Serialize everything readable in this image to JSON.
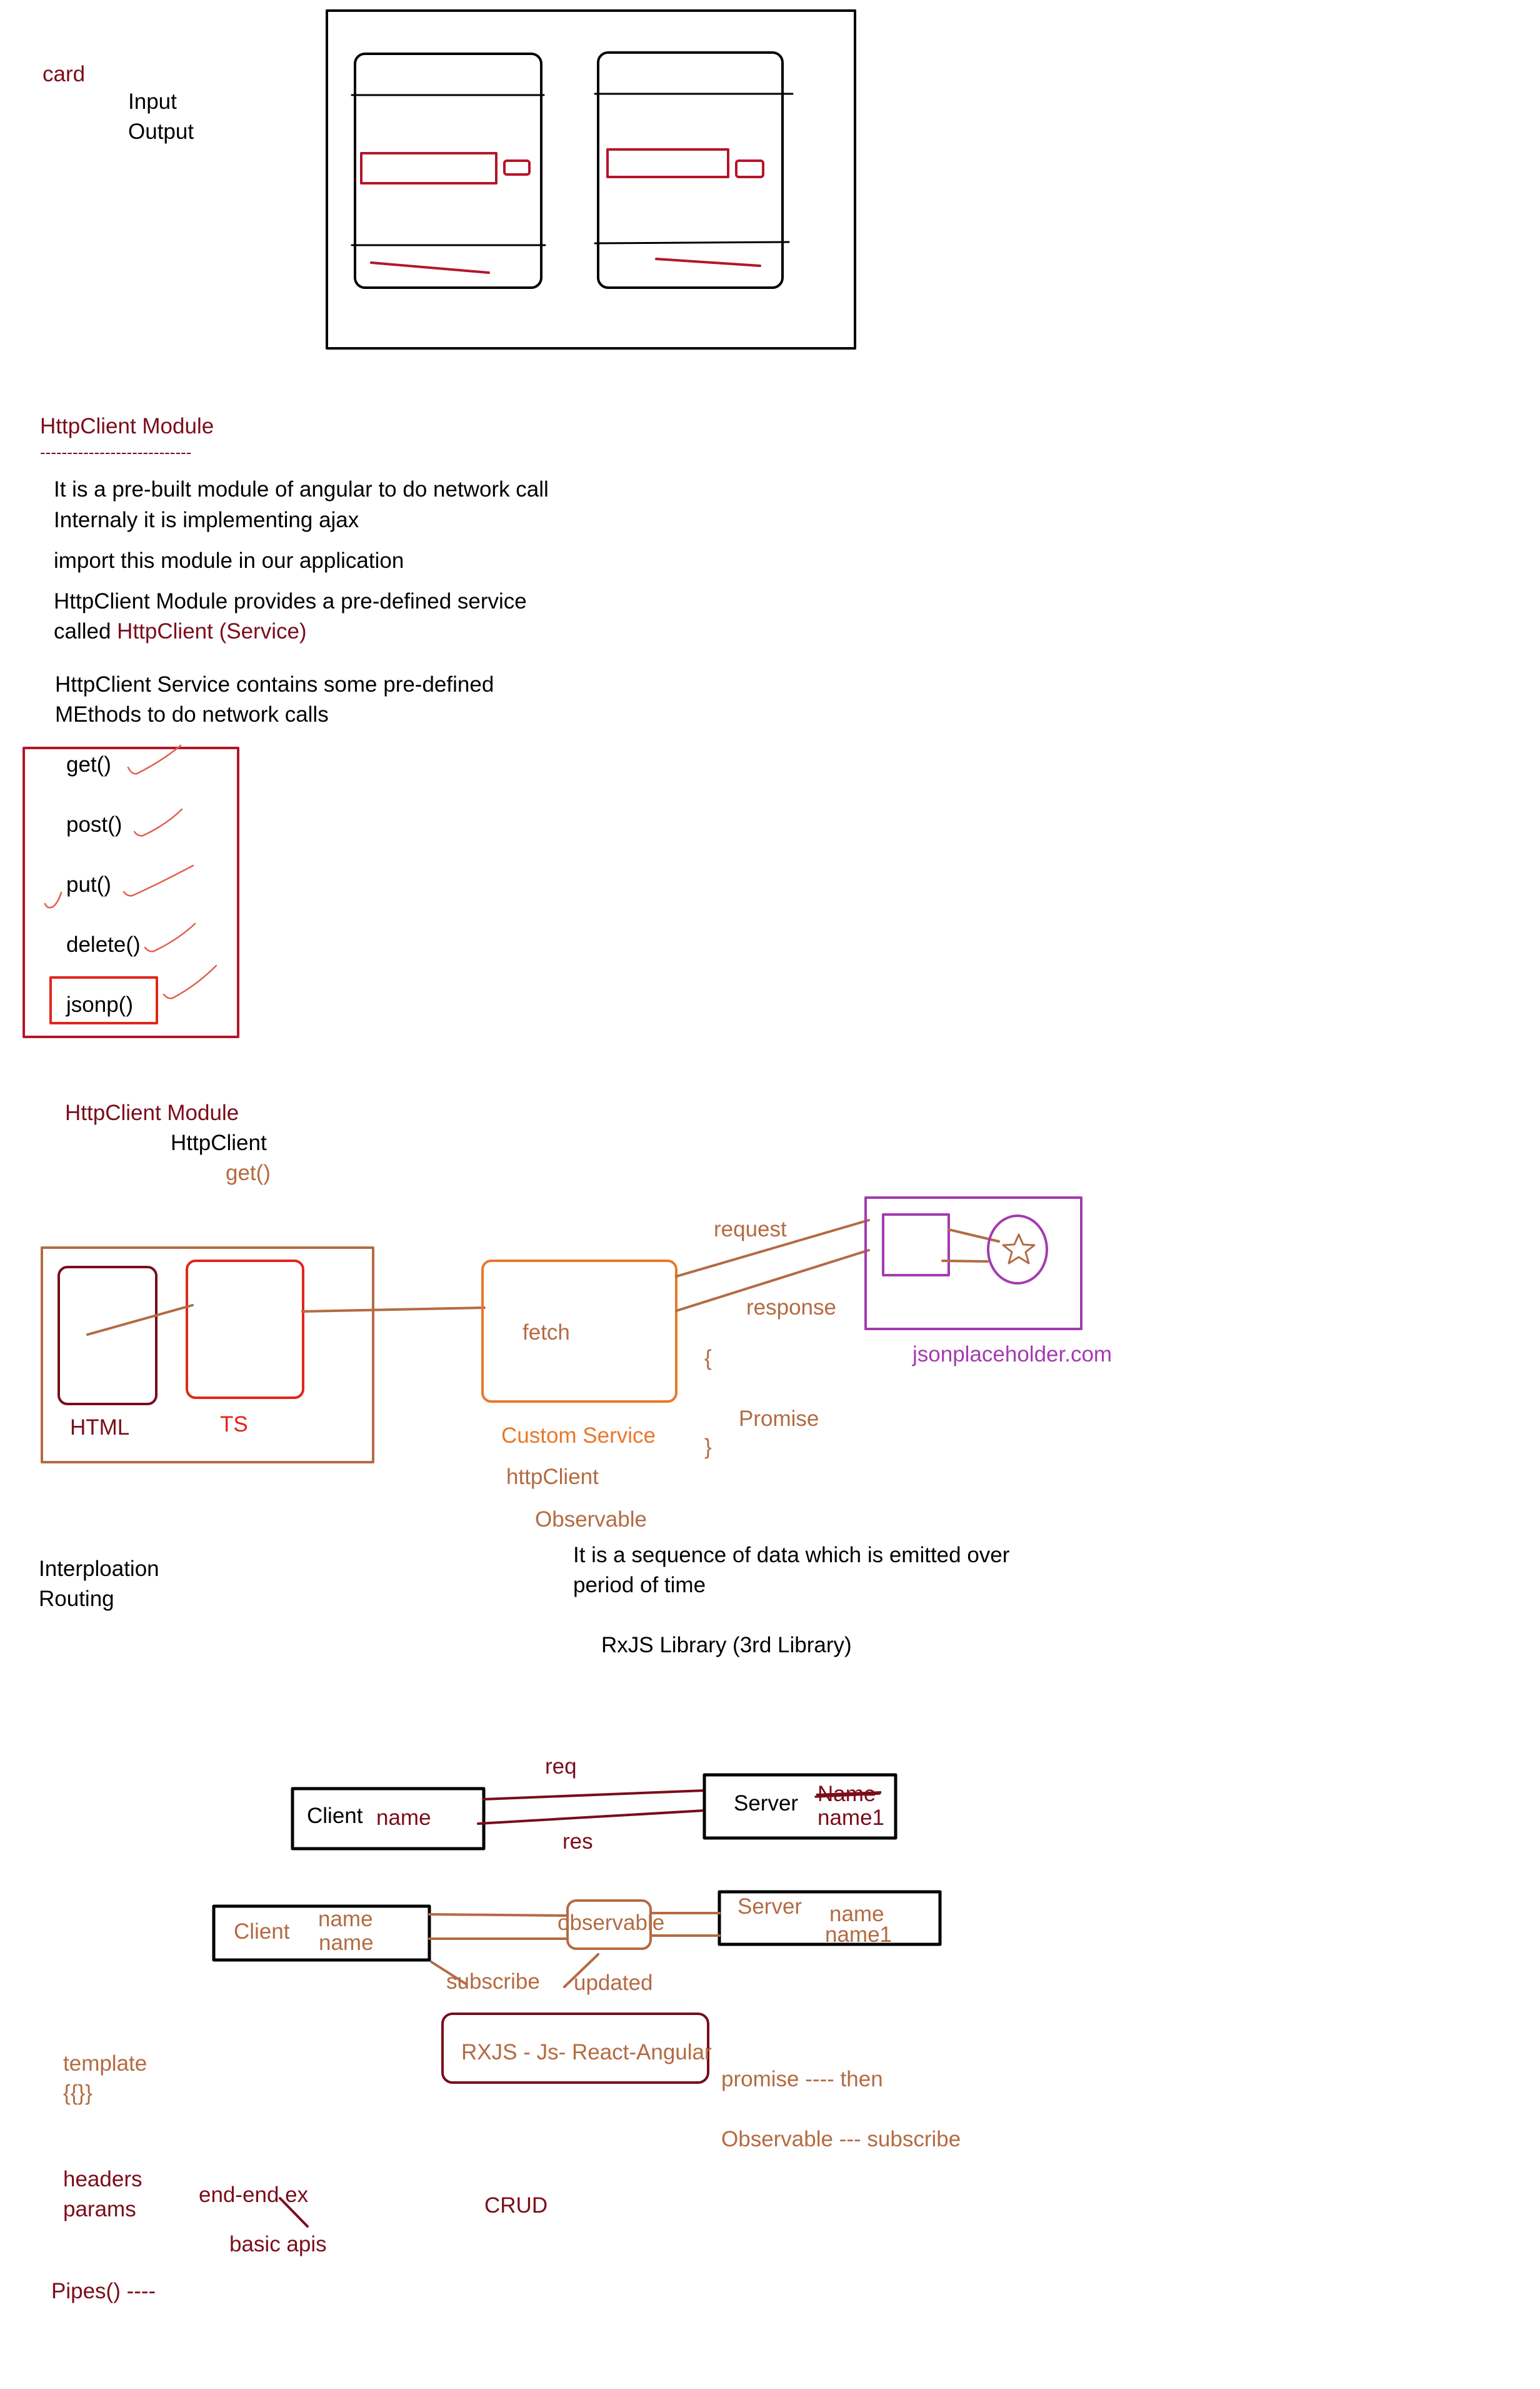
{
  "section1": {
    "card": "card",
    "input": "Input",
    "output": "Output"
  },
  "section2": {
    "title": "HttpClient Module",
    "divider": "----------------------------",
    "lines": [
      "It is a pre-built module of angular to do network call",
      "Internaly it is implementing ajax",
      "import this module in our application",
      "HttpClient Module provides a pre-defined service",
      "HttpClient Service contains some pre-defined",
      "MEthods to do network calls"
    ],
    "called_prefix": "called ",
    "called_service": "HttpClient (Service)",
    "methods": [
      "get()",
      "post()",
      "put()",
      "delete()",
      "jsonp()"
    ]
  },
  "section3": {
    "module": "HttpClient Module",
    "client": "HttpClient",
    "get": "get()",
    "html": "HTML",
    "ts": "TS",
    "fetch": "fetch",
    "request": "request",
    "response": "response",
    "brace_open": "{",
    "promise": "Promise",
    "brace_close": "}",
    "site": "jsonplaceholder.com",
    "custom_service": "Custom Service",
    "http_client": "httpClient",
    "observable": "Observable",
    "obs_def_1": "It is  a sequence of data which is emitted over",
    "obs_def_2": "period of time",
    "rxjs_lib": "RxJS Library (3rd Library)",
    "interpolation": "Interploation",
    "routing": "Routing"
  },
  "section4": {
    "req": "req",
    "res": "res",
    "client": "Client",
    "client_name": "name",
    "server": "Server",
    "server_name_struck": "Name",
    "server_name1": "name1",
    "client2": "Client",
    "client2_name_a": "name",
    "client2_name_b": "name",
    "observable": "observable",
    "server2": "Server",
    "server2_name": "name",
    "server2_name1": "name1",
    "subscribe": "subscribe",
    "updated": "updated",
    "rxjs": "RXJS - Js- React-Angular",
    "promise_then": "promise  ---- then",
    "observable_subscribe": "Observable --- subscribe",
    "template": "template",
    "braces": "{{}}",
    "headers": "headers",
    "params": "params",
    "end_end": "end-end ex",
    "basic_apis": "basic apis",
    "crud": "CRUD",
    "pipes": "Pipes() ----"
  }
}
